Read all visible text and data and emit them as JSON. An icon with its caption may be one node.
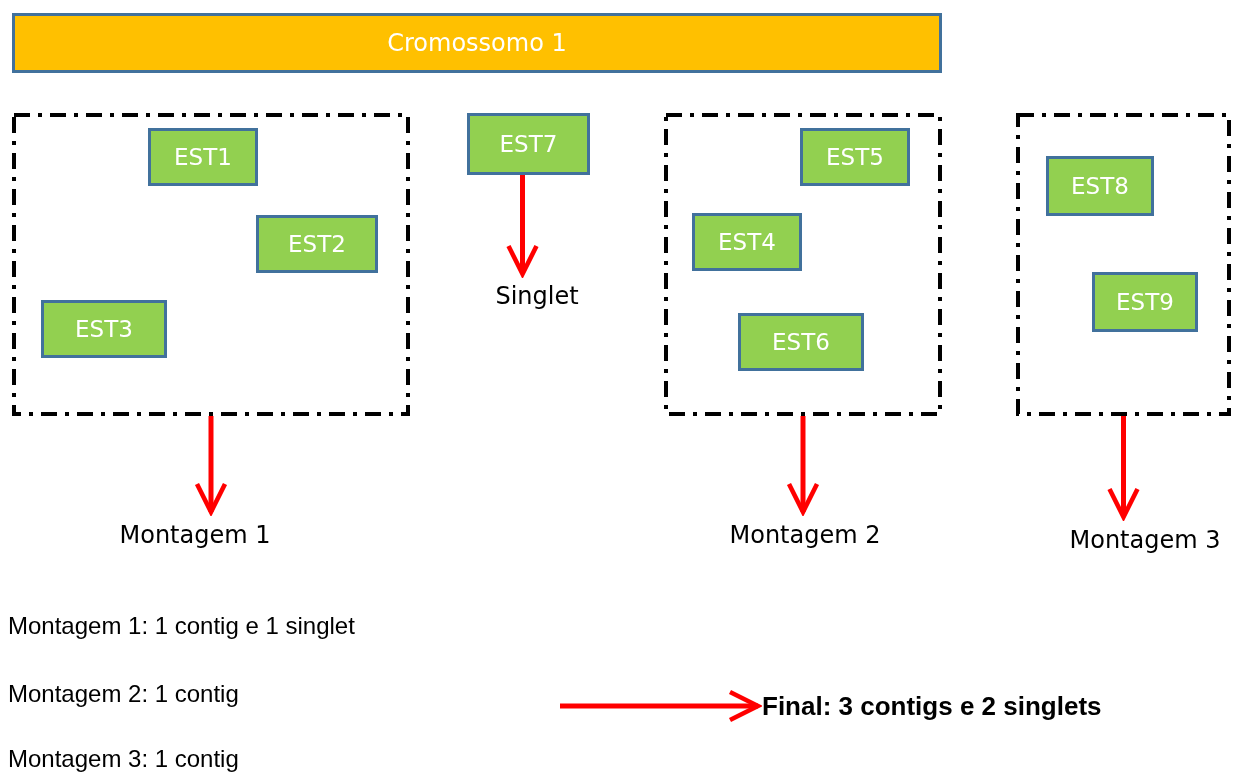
{
  "diagram": {
    "nodes": [
      {
        "text": [
          "Cromossomo 1"
        ]
      },
      {
        "text": [],
        "shape": "box"
      },
      {
        "text": [
          "EST1"
        ],
        "in": 1
      },
      {
        "text": [
          "EST2"
        ],
        "in": 1
      },
      {
        "text": [
          "EST3"
        ],
        "in": 1
      },
      {
        "text": [
          "EST7"
        ]
      },
      {
        "text": [
          "Singlet"
        ]
      },
      {
        "text": [],
        "shape": "box"
      },
      {
        "text": [
          "EST5"
        ],
        "in": 7
      },
      {
        "text": [
          "EST4"
        ],
        "in": 7
      },
      {
        "text": [
          "EST6"
        ],
        "in": 7
      },
      {
        "text": [],
        "shape": "box"
      },
      {
        "text": [
          "EST8"
        ],
        "in": 11
      },
      {
        "text": [
          "EST9"
        ],
        "in": 11
      },
      {
        "text": [
          "Montagem 1"
        ]
      },
      {
        "text": [
          "Montagem 2"
        ]
      },
      {
        "text": [
          "Montagem 3"
        ]
      },
      {
        "text": [
          "Final: 3 contigs e 2 singlets"
        ]
      }
    ],
    "edges": [
      {
        "from": 5,
        "to": 6,
        "arrow": "to"
      },
      {
        "from": 1,
        "to": 14,
        "arrow": "to"
      },
      {
        "from": 7,
        "to": 15,
        "arrow": "to"
      },
      {
        "from": 11,
        "to": 16,
        "arrow": "to"
      },
      {
        "from": null,
        "to": 17,
        "arrow": "to"
      }
    ],
    "labels": [
      "Montagem 1: 1 contig e 1 singlet",
      "Montagem 2: 1 contig",
      "Montagem 3: 1 contig"
    ]
  }
}
